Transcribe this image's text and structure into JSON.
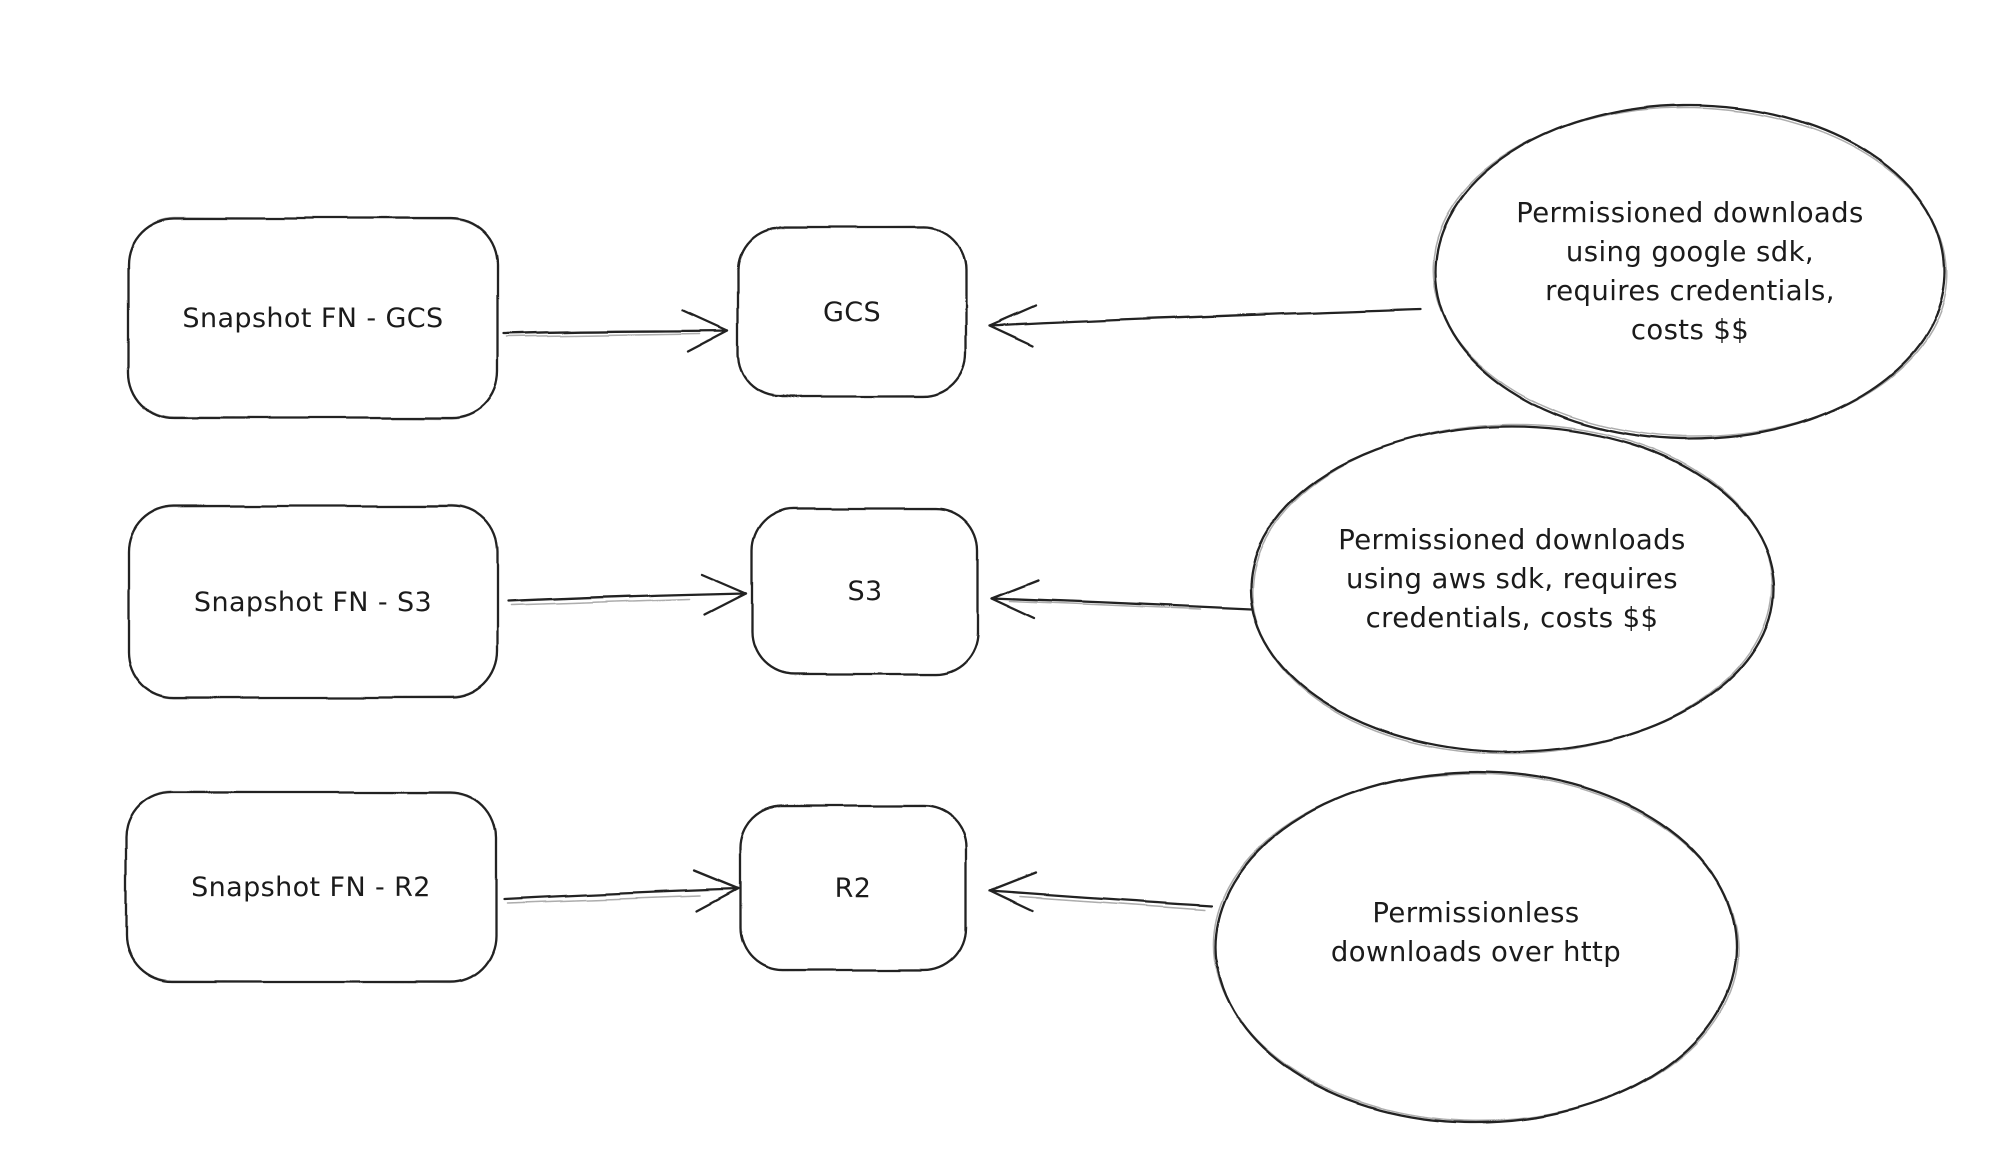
{
  "canvas": {
    "background_color": "#ffffff",
    "ink_color": "#222222"
  },
  "diagram": {
    "rows": [
      {
        "source_label": "Snapshot FN - GCS",
        "target_label": "GCS",
        "note_lines": [
          "Permissioned downloads",
          "using google sdk,",
          "requires credentials,",
          "costs $$"
        ]
      },
      {
        "source_label": "Snapshot FN - S3",
        "target_label": "S3",
        "note_lines": [
          "Permissioned downloads",
          "using aws sdk, requires",
          "credentials, costs $$"
        ]
      },
      {
        "source_label": "Snapshot FN - R2",
        "target_label": "R2",
        "note_lines": [
          "Permissionless",
          "downloads over http"
        ]
      }
    ]
  }
}
